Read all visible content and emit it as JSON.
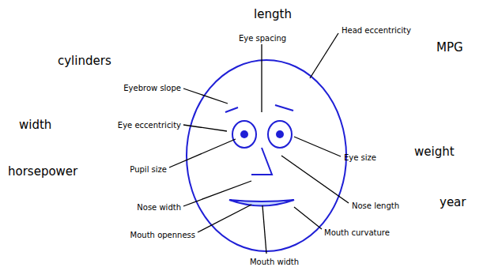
{
  "diagram": {
    "labels": [
      "length",
      "Eye spacing",
      "Head eccentricity",
      "MPG",
      "cylinders",
      "Eyebrow slope",
      "width",
      "Eye eccentricity",
      "Eye size",
      "weight",
      "horsepower",
      "Pupil size",
      "Nose width",
      "Nose length",
      "year",
      "Mouth openness",
      "Mouth curvature",
      "Mouth width"
    ]
  }
}
